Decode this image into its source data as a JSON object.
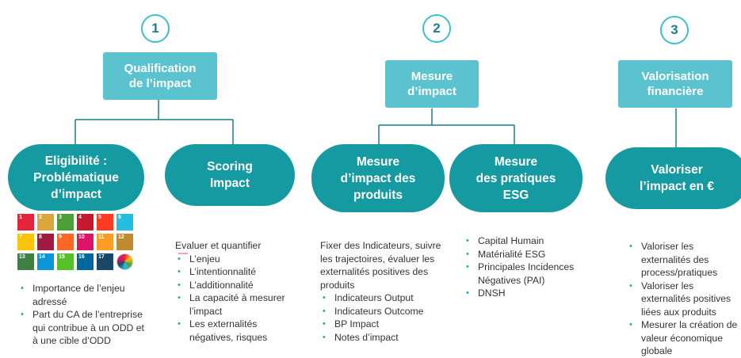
{
  "steps": [
    {
      "number": "1",
      "title": "Qualification\nde l’impact"
    },
    {
      "number": "2",
      "title": "Mesure\nd’impact"
    },
    {
      "number": "3",
      "title": "Valorisation\nfinancière"
    }
  ],
  "ovals": {
    "eligibilite": "Eligibilité :\nProblématique\nd’impact",
    "scoring": "Scoring\nImpact",
    "mesure_produits": "Mesure\nd’impact des\nproduits",
    "mesure_pratiques": "Mesure\ndes pratiques\nESG",
    "valoriser": "Valoriser\nl’impact en €"
  },
  "texts": {
    "col1_bullets": [
      "Importance de l’enjeu adressé",
      "Part du CA de l’entreprise qui contribue à un ODD et à une cible d’ODD"
    ],
    "col2_intro": "Evaluer et quantifier",
    "col2_bullets": [
      "L’enjeu",
      "L’intentionnalité",
      "L’additionnalité",
      "La capacité à mesurer l’impact",
      "Les externalités négatives, risques"
    ],
    "col3_intro": "Fixer des Indicateurs, suivre les trajectoires, évaluer les externalités positives des produits",
    "col3_bullets": [
      "Indicateurs Output",
      "Indicateurs Outcome",
      "BP Impact",
      "Notes d’impact"
    ],
    "col4_bullets": [
      "Capital Humain",
      "Matérialité ESG",
      "Principales Incidences Négatives (PAI)",
      "DNSH"
    ],
    "col5_bullets": [
      "Valoriser les externalités des process/pratiques",
      "Valoriser les externalités positives liées aux produits",
      "Mesurer la création de valeur économique globale"
    ]
  },
  "sdg_tiles": [
    {
      "n": "1",
      "color": "#e5243b"
    },
    {
      "n": "2",
      "color": "#dda63a"
    },
    {
      "n": "3",
      "color": "#4c9f38"
    },
    {
      "n": "4",
      "color": "#c5192d"
    },
    {
      "n": "5",
      "color": "#ff3a21"
    },
    {
      "n": "6",
      "color": "#26bde2"
    },
    {
      "n": "7",
      "color": "#fcc30b"
    },
    {
      "n": "8",
      "color": "#a21942"
    },
    {
      "n": "9",
      "color": "#fd6925"
    },
    {
      "n": "10",
      "color": "#dd1367"
    },
    {
      "n": "11",
      "color": "#fd9d24"
    },
    {
      "n": "12",
      "color": "#bf8b2e"
    },
    {
      "n": "13",
      "color": "#3f7e44"
    },
    {
      "n": "14",
      "color": "#0a97d9"
    },
    {
      "n": "15",
      "color": "#56c02b"
    },
    {
      "n": "16",
      "color": "#00689d"
    },
    {
      "n": "17",
      "color": "#19486a"
    },
    {
      "n": "",
      "color": "#ffffff"
    }
  ]
}
